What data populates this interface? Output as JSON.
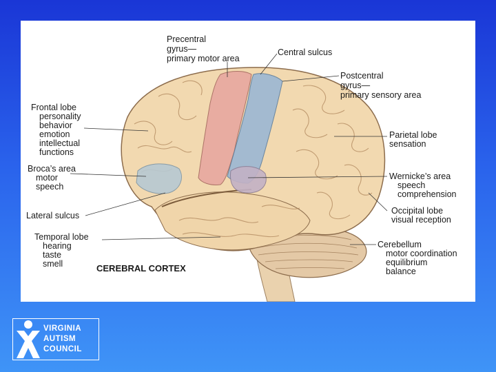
{
  "diagram": {
    "title": "CEREBRAL CORTEX",
    "labels": {
      "precentral": [
        "Precentral",
        "gyrus—",
        "primary motor area"
      ],
      "central_sulcus": "Central sulcus",
      "postcentral": [
        "Postcentral",
        "gyrus—",
        "primary sensory area"
      ],
      "frontal": [
        "Frontal lobe",
        "personality",
        "behavior",
        "emotion",
        "intellectual",
        "functions"
      ],
      "parietal": [
        "Parietal lobe",
        "sensation"
      ],
      "broca": [
        "Broca’s area",
        "motor",
        "speech"
      ],
      "wernicke": [
        "Wernicke’s area",
        "speech",
        "comprehension"
      ],
      "lateral_sulcus": "Lateral sulcus",
      "occipital": [
        "Occipital lobe",
        "visual reception"
      ],
      "temporal": [
        "Temporal lobe",
        "hearing",
        "taste",
        "smell"
      ],
      "cerebellum": [
        "Cerebellum",
        "motor coordination",
        "equilibrium",
        "balance"
      ]
    },
    "colors": {
      "brain": "#f2d9b0",
      "motor_area": "#e8a8a0",
      "sensory_area": "#9bb7d4",
      "broca_area": "#b7c9d3",
      "wernicke_area": "#c3b2c6",
      "cerebellum": "#e4c9a6"
    }
  },
  "logo": {
    "lines": [
      "VIRGINIA",
      "AUTISM",
      "COUNCIL"
    ]
  }
}
